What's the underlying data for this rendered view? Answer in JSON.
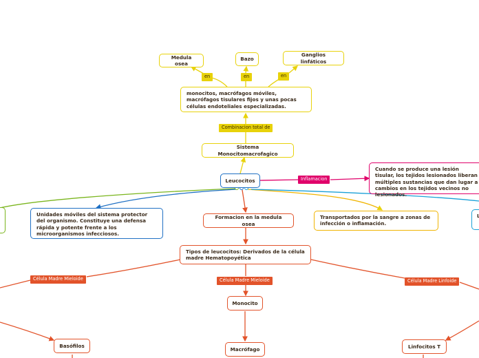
{
  "nodes": {
    "medula_osea": "Medula osea",
    "bazo": "Bazo",
    "ganglios": "Ganglios linfáticos",
    "monocitos_macrofagos": "monocitos, macrófagos móviles, macrófagos tisulares fijos y unas pocas células endoteliales especializadas.",
    "sistema_monocito": "Sistema Monocitomacrofagico",
    "leucocitos": "Leucocitos",
    "inflamacion_desc": "Cuando se produce una lesión tisular, los tejidos lesionados liberan múltiples sustancias que dan lugar a cambios en los tejidos vecinos no lesionados.",
    "unidades_moviles": "Unidades móviles del sistema protector del organismo. Constituye una defensa rápida y potente frente a los microorganismos infecciosos.",
    "formacion": "Formacion en la medula osea",
    "transportados": "Transportados por la sangre a zonas de infección o inflamación.",
    "edge_right": "L",
    "tipos": "Tipos de leucocitos: Derivados de la célula madre Hematopoyética",
    "monocito": "Monocito",
    "basofilos": "Basófilos",
    "macrofago": "Macrófago",
    "linfocitos_t": "Linfocitos T"
  },
  "tags": {
    "en_1": "en",
    "en_2": "en",
    "en_3": "en",
    "combinacion": "Combinacion total de",
    "inflamacion": "Inflamacion",
    "mieloide_left": "Célula Madre Mieloide",
    "mieloide_center": "Célula Madre Mieloide",
    "linfoide": "Célula Madre Linfoide"
  },
  "colors": {
    "yellow": "#e8d20a",
    "orange": "#e2532a",
    "blue": "#1f70c4",
    "pink": "#e0006a",
    "sky": "#1aa0d8",
    "green": "#7ab51d"
  }
}
